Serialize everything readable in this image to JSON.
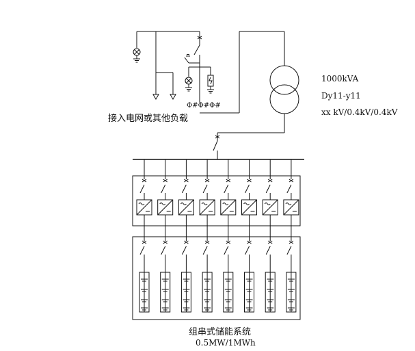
{
  "labels": {
    "grid_connection": "接入电网或其他负载",
    "transformer_rating": "1000kVA",
    "transformer_vector_group": "Dy11-y11",
    "transformer_voltage": "xx kV/0.4kV/0.4kV",
    "system_name": "组串式储能系统",
    "system_rating": "0.5MW/1MWh"
  },
  "ct_symbols": "Φ#Φ#Φ#",
  "pcs_unit_count": 8,
  "battery_unit_count": 8,
  "colors": {
    "line": "#111111",
    "background": "#ffffff"
  }
}
